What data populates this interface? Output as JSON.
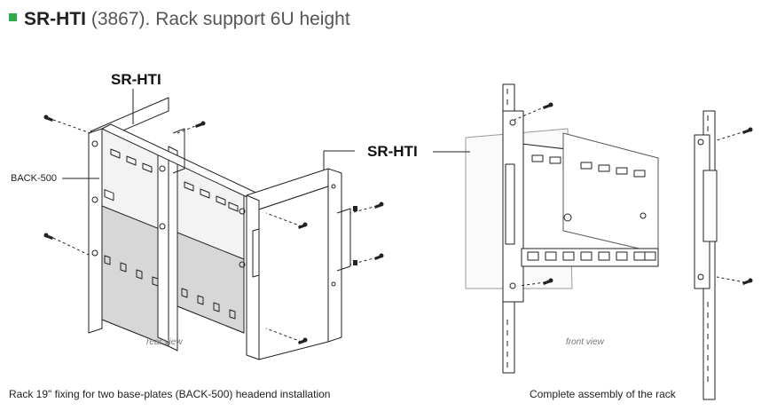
{
  "header": {
    "code": "SR-HTI",
    "rest": " (3867). Rack support 6U height",
    "accent_color": "#2faa4a"
  },
  "left_figure": {
    "label_top": "SR-HTI",
    "label_side": "BACK-500",
    "view_label": "rear view",
    "caption": "Rack 19\" fixing for two base-plates (BACK-500) headend installation"
  },
  "right_figure": {
    "label": "SR-HTI",
    "view_label": "front view",
    "caption": "Complete assembly of the rack"
  }
}
